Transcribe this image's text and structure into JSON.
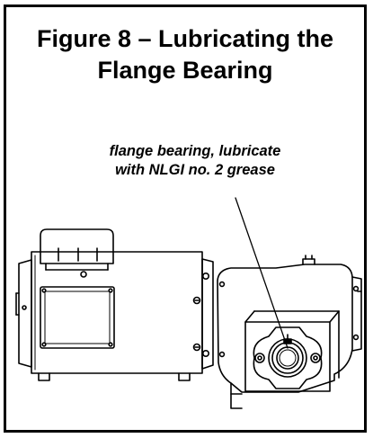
{
  "figure": {
    "title_line1": "Figure 8 – Lubricating the",
    "title_line2": "Flange Bearing",
    "callout_line1": "flange bearing, lubricate",
    "callout_line2": "with NLGI no. 2 grease"
  }
}
